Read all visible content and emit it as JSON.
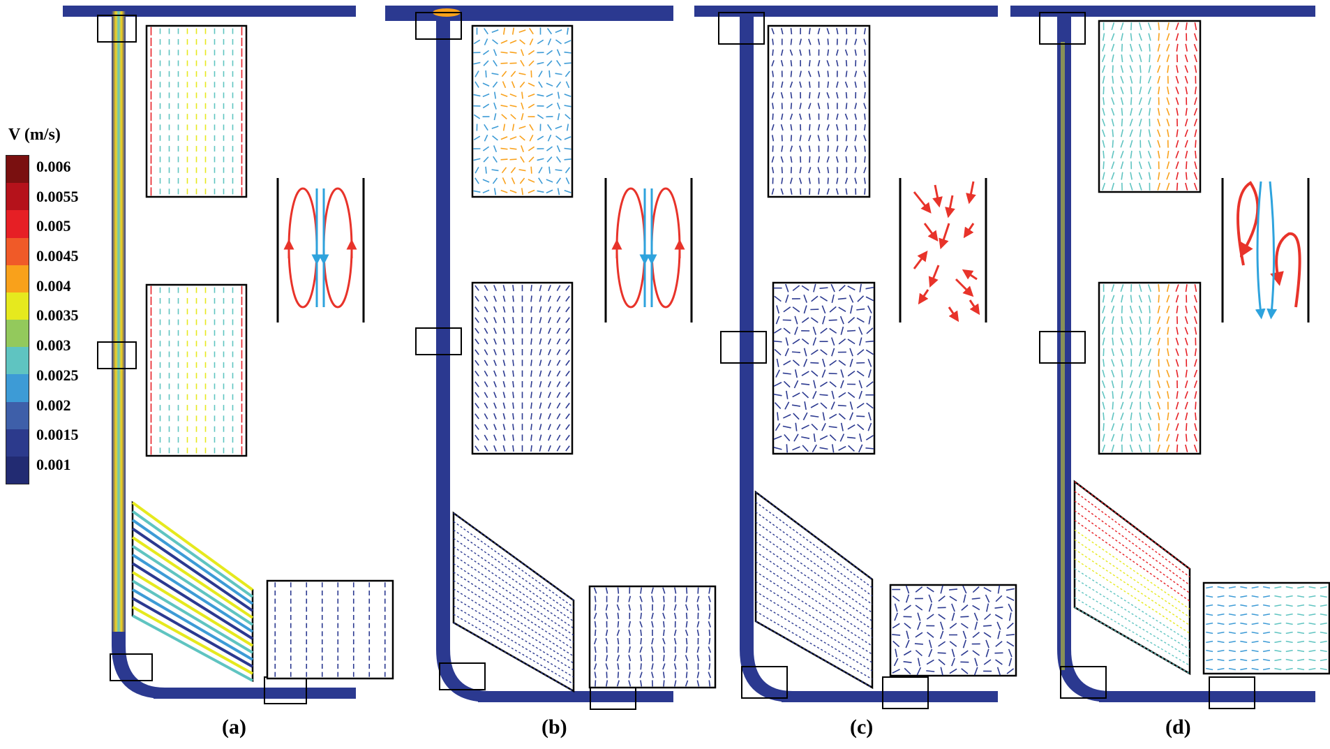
{
  "legend": {
    "title": "V (m/s)",
    "ticks": [
      "0.006",
      "0.0055",
      "0.005",
      "0.0045",
      "0.004",
      "0.0035",
      "0.003",
      "0.0025",
      "0.002",
      "0.0015",
      "0.001"
    ],
    "colors": [
      "#7a1010",
      "#b5121b",
      "#e61f25",
      "#f05a28",
      "#f9a11b",
      "#e6e91e",
      "#93c95c",
      "#5fc4c1",
      "#3d9bd6",
      "#3e5fa9",
      "#2c3a8c",
      "#222b72"
    ]
  },
  "panels": [
    {
      "label": "(a)",
      "pattern": "two-cell-vortex"
    },
    {
      "label": "(b)",
      "pattern": "two-cell-vortex"
    },
    {
      "label": "(c)",
      "pattern": "random"
    },
    {
      "label": "(d)",
      "pattern": "meandering"
    }
  ],
  "colors": {
    "pipe": "#2b3990",
    "upward_arrow": "#e8332a",
    "downward_arrow": "#2ea3dd",
    "frame": "#000000"
  }
}
